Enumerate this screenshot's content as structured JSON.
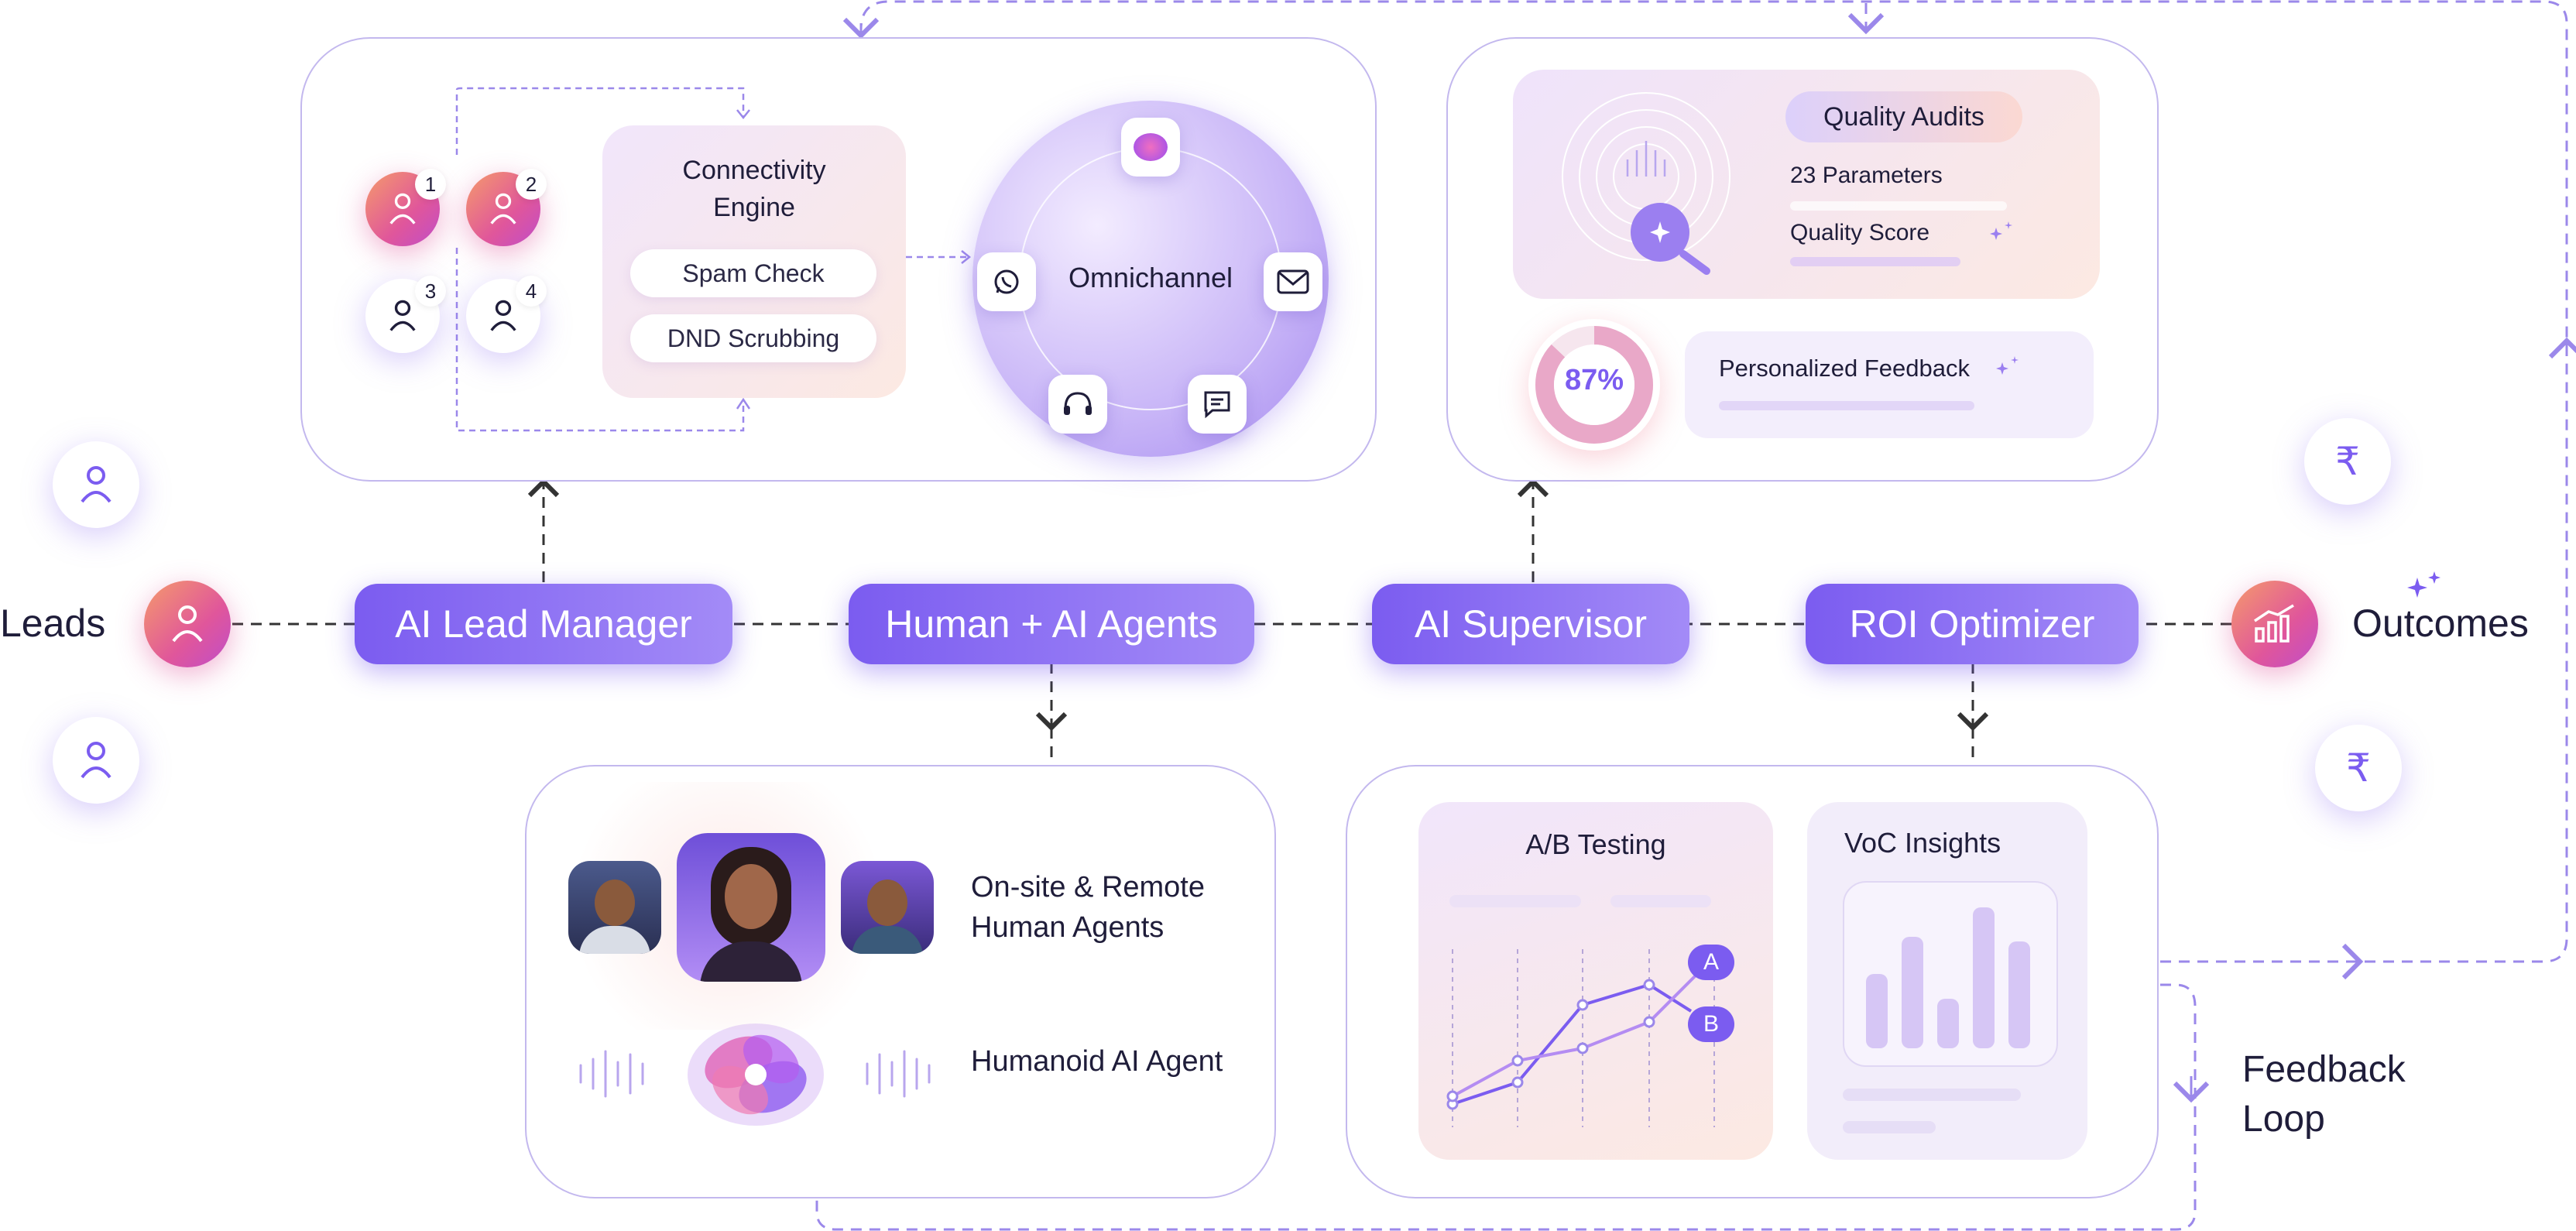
{
  "left": {
    "leads_label": "Leads"
  },
  "right": {
    "outcomes_label": "Outcomes",
    "currency_symbol": "₹"
  },
  "stages": [
    {
      "label": "AI Lead Manager"
    },
    {
      "label": "Human + AI Agents"
    },
    {
      "label": "AI Supervisor"
    },
    {
      "label": "ROI Optimizer"
    }
  ],
  "lead_panel": {
    "lead_numbers": [
      "1",
      "2",
      "3",
      "4"
    ],
    "engine_title_line1": "Connectivity",
    "engine_title_line2": "Engine",
    "spam_check": "Spam Check",
    "dnd_scrubbing": "DND Scrubbing",
    "omnichannel": "Omnichannel"
  },
  "supervisor_panel": {
    "quality_audits": "Quality Audits",
    "parameters": "23 Parameters",
    "quality_score": "Quality Score",
    "percent": "87%",
    "progress_value": 87,
    "personalized_feedback": "Personalized Feedback"
  },
  "agents_panel": {
    "human_line1": "On-site & Remote",
    "human_line2": "Human Agents",
    "humanoid": "Humanoid AI Agent"
  },
  "roi_panel": {
    "ab_testing": "A/B Testing",
    "series_a": "A",
    "series_b": "B",
    "voc_insights": "VoC Insights"
  },
  "feedback": {
    "line1": "Feedback",
    "line2": "Loop"
  },
  "colors": {
    "accent": "#7b5cf0",
    "accent_light": "#a38bf7",
    "panel_border": "#c3b8ee",
    "gradient_orange": "#f59b6b",
    "gradient_pink": "#e0569b",
    "text": "#1f1d3a"
  }
}
